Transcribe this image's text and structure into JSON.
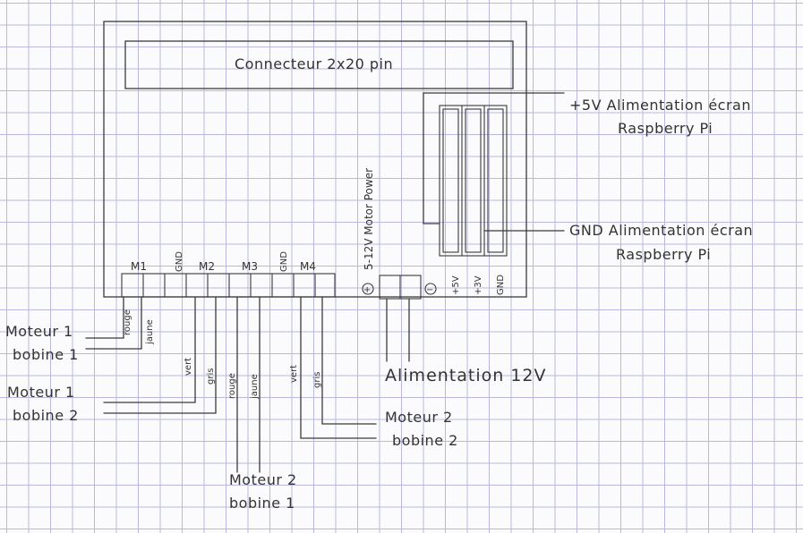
{
  "board": {
    "connector_label": "Connecteur 2x20 pin",
    "terminals": [
      {
        "label": "M1"
      },
      {
        "label": "GND"
      },
      {
        "label": "M2"
      },
      {
        "label": "M3"
      },
      {
        "label": "GND"
      },
      {
        "label": "M4"
      }
    ],
    "power_label": "5-12V Motor Power",
    "plus_symbol": "+",
    "minus_symbol": "−",
    "header_pins": [
      "+5V",
      "+3V",
      "GND"
    ]
  },
  "wire_labels": {
    "m1_a": "rouge",
    "m1_b": "jaune",
    "m2_a": "vert",
    "m2_b": "gris",
    "m3_a": "rouge",
    "m3_b": "jaune",
    "m4_a": "vert",
    "m4_b": "gris"
  },
  "annotations": {
    "moteur1_bobine1": [
      "Moteur 1",
      "bobine 1"
    ],
    "moteur1_bobine2": [
      "Moteur 1",
      "bobine 2"
    ],
    "moteur2_bobine1": [
      "Moteur 2",
      "bobine 1"
    ],
    "moteur2_bobine2": [
      "Moteur 2",
      "bobine 2"
    ],
    "alim_12v": "Alimentation 12V",
    "alim_5v": [
      "+5V  Alimentation écran",
      "Raspberry Pi"
    ],
    "alim_gnd": [
      "GND  Alimentation écran",
      "Raspberry Pi"
    ]
  }
}
